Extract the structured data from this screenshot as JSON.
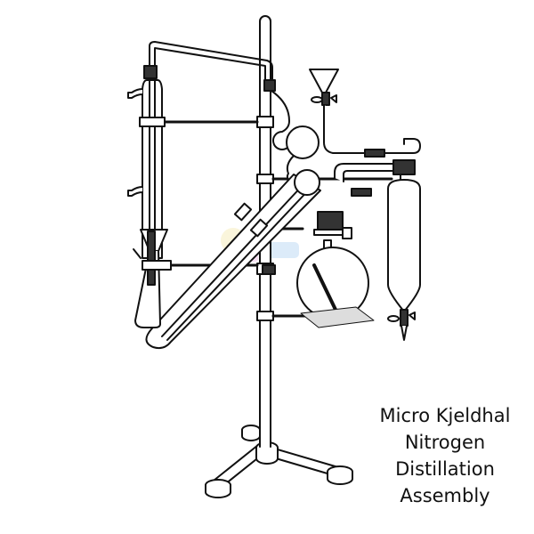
{
  "caption": {
    "lines": [
      "Micro Kjeldhal",
      "Nitrogen",
      "Distillation",
      "Assembly"
    ]
  },
  "colors": {
    "line": "#111111",
    "fill": "#ffffff",
    "stopper": "#333333",
    "watermark_pink": "#e9a7e0",
    "watermark_yellow": "#f3e39a",
    "watermark_blue": "#9ec7f0"
  },
  "parts": [
    "retort-stand",
    "tripod-base",
    "condenser",
    "receiving-flask",
    "receiving-funnel",
    "steam-trap",
    "distillation-chamber",
    "dropping-funnel",
    "steam-generator-flask",
    "wire-gauze",
    "separating-funnel"
  ]
}
